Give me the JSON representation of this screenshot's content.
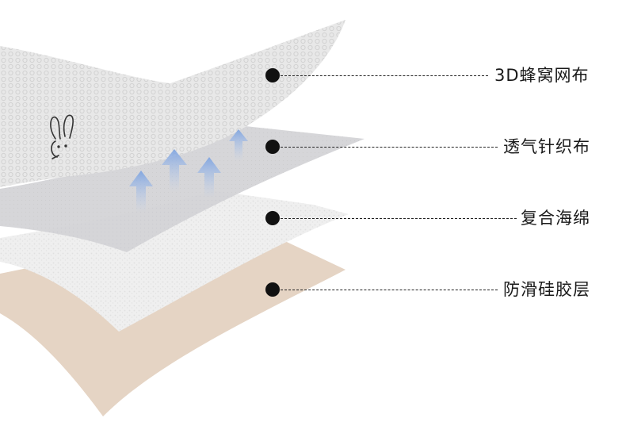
{
  "layers": [
    {
      "label": "3D蜂窝网布"
    },
    {
      "label": "透气针织布"
    },
    {
      "label": "复合海绵"
    },
    {
      "label": "防滑硅胶层"
    }
  ],
  "icons": {
    "airflow": "airflow-arrow-icon",
    "mascot": "bunny-icon"
  },
  "colors": {
    "mesh": "#e6e6e6",
    "knit": "#cfcfd2",
    "sponge": "#eeeeee",
    "silicone": "#e4d3c3",
    "arrow": "#8fb0e4",
    "dot": "#111111"
  }
}
